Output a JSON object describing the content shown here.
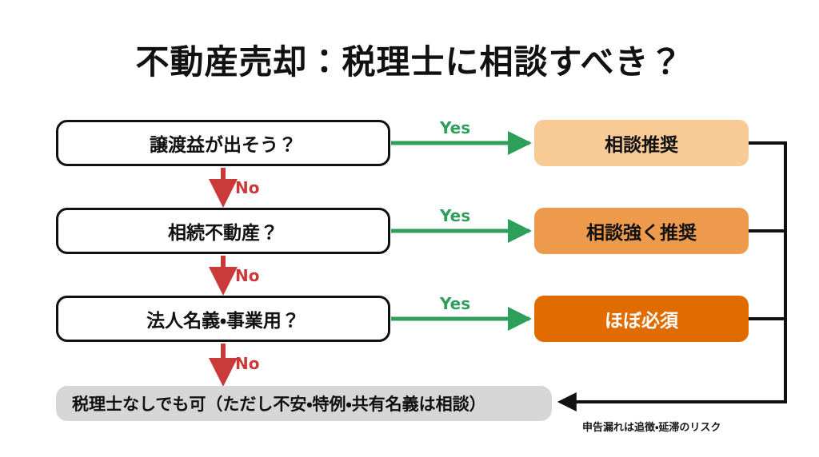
{
  "page": {
    "title": "不動産売却：税理士に相談すべき？",
    "background_color": "#ffffff"
  },
  "colors": {
    "yes_green": "#2E9E5B",
    "no_red": "#CB3A3A",
    "outcome_light": "#F8CB96",
    "outcome_medium": "#EE9A4D",
    "outcome_strong": "#E06C00",
    "terminal_gray": "#D6D6D6",
    "line_black": "#111111"
  },
  "flow": {
    "decisions": [
      {
        "label": "譲渡益が出そう？",
        "yes_label": "Yes",
        "no_label": "No"
      },
      {
        "label": "相続不動産？",
        "yes_label": "Yes",
        "no_label": "No"
      },
      {
        "label": "法人名義・事業用？",
        "yes_label": "Yes",
        "no_label": "No"
      }
    ],
    "outcomes": [
      {
        "label": "相談推奨",
        "level": "recommended"
      },
      {
        "label": "相談強く推奨",
        "level": "strongly-recommended"
      },
      {
        "label": "ほぼ必須",
        "level": "essential"
      }
    ],
    "terminal": {
      "label": "税理士なしでも可（ただし不安・特例・共有名義は相談）"
    },
    "caption": "申告漏れは追徴・延滞のリスク"
  },
  "icons": {
    "yes_arrow": "arrow-right-icon",
    "no_arrow": "arrow-down-icon",
    "feedback_arrow": "arrow-left-icon"
  }
}
